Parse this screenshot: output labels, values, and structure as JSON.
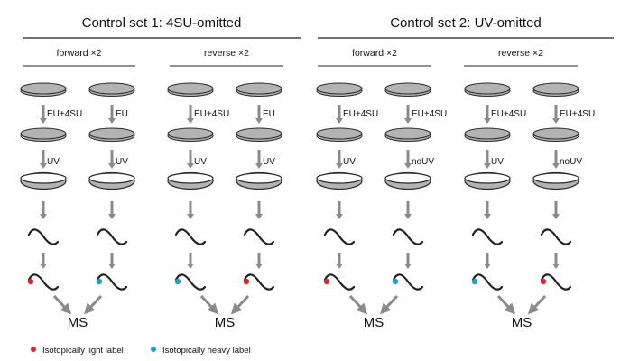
{
  "control_sets": [
    {
      "title": "Control set 1: 4SU-omitted",
      "branches": [
        {
          "label": "forward ×2",
          "lanes": [
            {
              "step1": "EU+4SU",
              "step2": "UV",
              "label_color": "red"
            },
            {
              "step1": "EU",
              "step2": "UV",
              "label_color": "blue"
            }
          ]
        },
        {
          "label": "reverse ×2",
          "lanes": [
            {
              "step1": "EU+4SU",
              "step2": "UV",
              "label_color": "blue"
            },
            {
              "step1": "EU",
              "step2": "UV",
              "label_color": "red"
            }
          ]
        }
      ]
    },
    {
      "title": "Control set 2: UV-omitted",
      "branches": [
        {
          "label": "forward ×2",
          "lanes": [
            {
              "step1": "EU+4SU",
              "step2": "UV",
              "label_color": "red"
            },
            {
              "step1": "EU+4SU",
              "step2": "noUV",
              "label_color": "blue"
            }
          ]
        },
        {
          "label": "reverse ×2",
          "lanes": [
            {
              "step1": "EU+4SU",
              "step2": "UV",
              "label_color": "blue"
            },
            {
              "step1": "EU+4SU",
              "step2": "noUV",
              "label_color": "red"
            }
          ]
        }
      ]
    }
  ],
  "ms_label": "MS",
  "legend": [
    {
      "label": "Isotopically light label",
      "color_key": "red"
    },
    {
      "label": "Isotopically heavy label",
      "color_key": "blue"
    }
  ],
  "colors": {
    "red": "#e02530",
    "blue": "#1aa3c9",
    "dish_fill": "#b3b3b3",
    "dish_stroke": "#2a2a2a",
    "arrow": "#8a8a8a",
    "line": "#222222"
  }
}
